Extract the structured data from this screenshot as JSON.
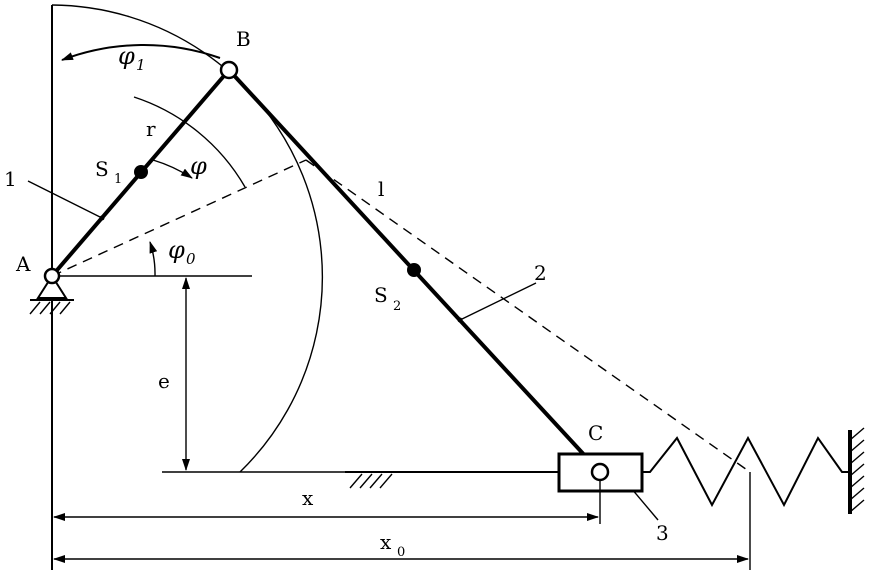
{
  "labels": {
    "point_a": "A",
    "point_b": "B",
    "point_c": "C",
    "link1_number": "1",
    "link2_number": "2",
    "slider_number": "3",
    "crank_length": "r",
    "rod_length": "l",
    "s1_main": "S",
    "s1_sub": "1",
    "s2_main": "S",
    "s2_sub": "2",
    "phi": "φ",
    "phi1_main": "φ",
    "phi1_sub": "1",
    "phi0_main": "φ",
    "phi0_sub": "0",
    "offset_e": "e",
    "dim_x": "x",
    "dim_x0_main": "x",
    "dim_x0_sub": "0"
  }
}
